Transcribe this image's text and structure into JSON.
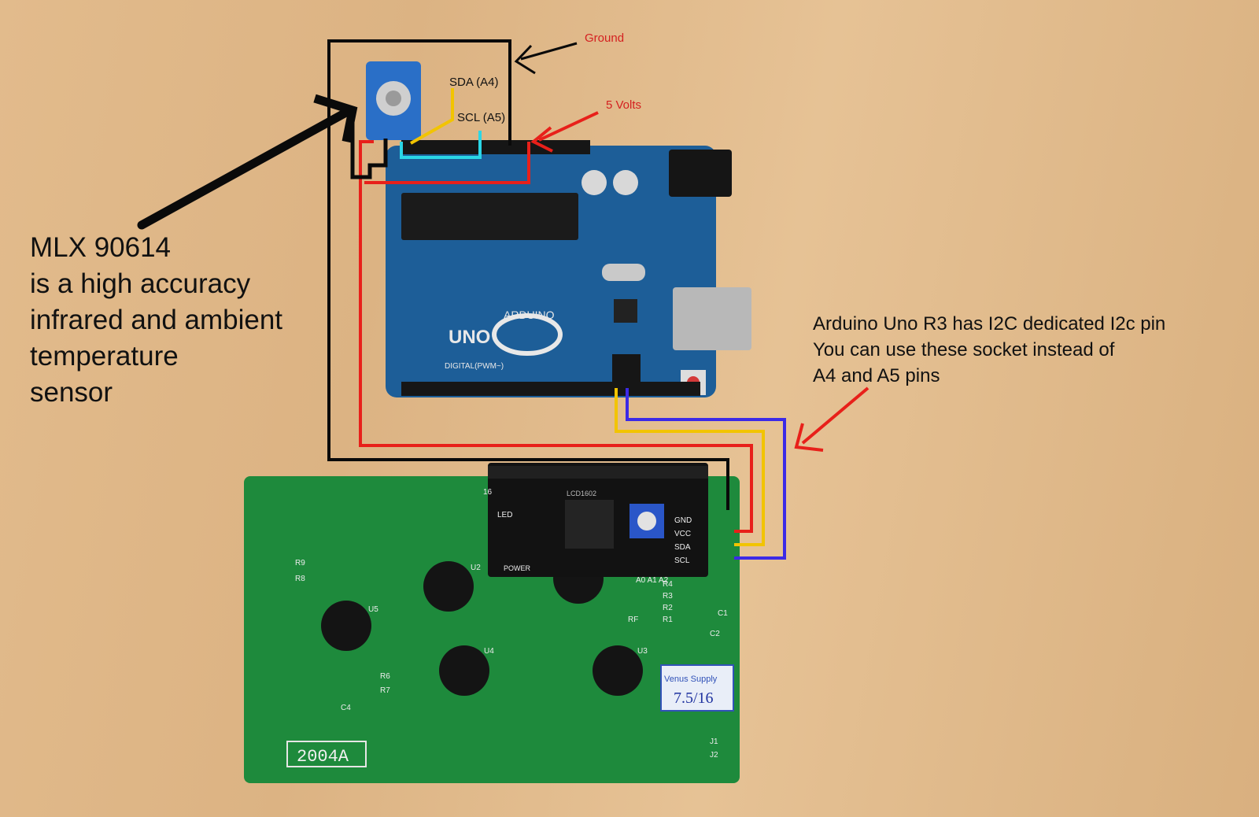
{
  "labels": {
    "ground": "Ground",
    "five_volts": "5 Volts",
    "sda": "SDA (A4)",
    "scl": "SCL (A5)",
    "sensor_note_lines": [
      "MLX 90614",
      "is a high accuracy",
      "infrared and ambient",
      "temperature",
      "sensor"
    ],
    "i2c_note_lines": [
      "Arduino Uno R3 has I2C dedicated I2c pin",
      "You can use these socket instead of",
      "A4 and A5 pins"
    ]
  },
  "board_markings": {
    "arduino_brand": "ARDUINO",
    "arduino_model": "UNO",
    "digital_header": "DIGITAL(PWM~)",
    "lcd_model": "2004A",
    "backpack_pins": [
      "GND",
      "VCC",
      "SDA",
      "SCL"
    ],
    "backpack_led": "LED",
    "backpack_power": "POWER",
    "backpack_addr": "A0 A1 A2",
    "backpack_pin16": "16",
    "backpack_chip": "LCD1602",
    "lcd_chip_labels": [
      "U5",
      "U2",
      "U4",
      "U3"
    ],
    "lcd_resistors": [
      "R9",
      "R8",
      "R6",
      "R7",
      "R4",
      "R3",
      "R2",
      "R1",
      "RF",
      "C1",
      "C2",
      "C4",
      "J1",
      "J2"
    ],
    "sticker_brand": "Venus Supply",
    "sticker_date": "7.5/16"
  },
  "colors": {
    "wood": "#dfb688",
    "arduino_pcb": "#1d5e98",
    "lcd_pcb": "#1e8a3c",
    "wire_red": "#e8201a",
    "wire_black": "#0a0a0a",
    "wire_yellow": "#f2c400",
    "wire_blue": "#3c2ae6",
    "wire_cyan": "#2ad6e6"
  }
}
